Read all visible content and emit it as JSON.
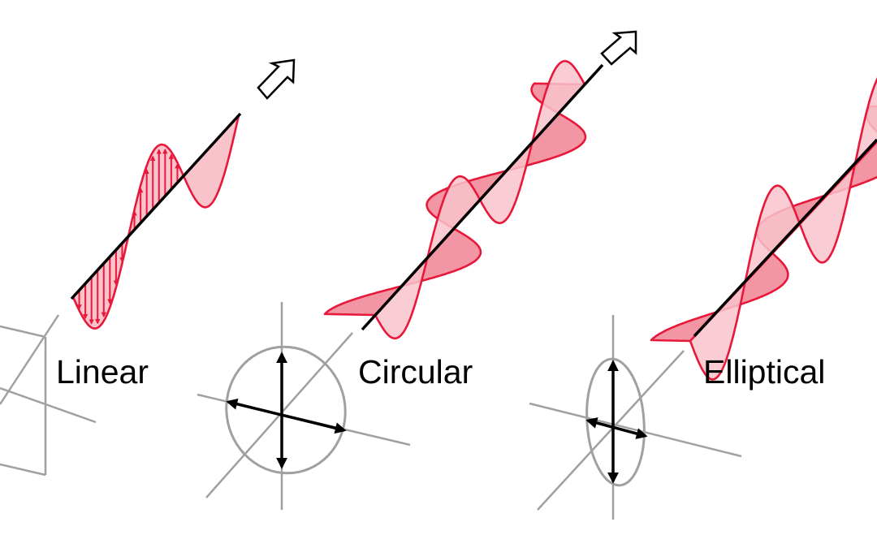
{
  "labels": {
    "linear": "Linear",
    "circular": "Circular",
    "elliptical": "Elliptical"
  },
  "colors": {
    "wave_stroke": "#e8183a",
    "wave_fill_light": "#f9c3cb",
    "wave_fill_dark": "#ef8b98",
    "axis_black": "#000000",
    "axis_gray": "#a0a0a0",
    "background": "#ffffff"
  },
  "icons": {
    "propagation": "hollow-arrow-icon",
    "vector": "double-headed-arrow"
  }
}
